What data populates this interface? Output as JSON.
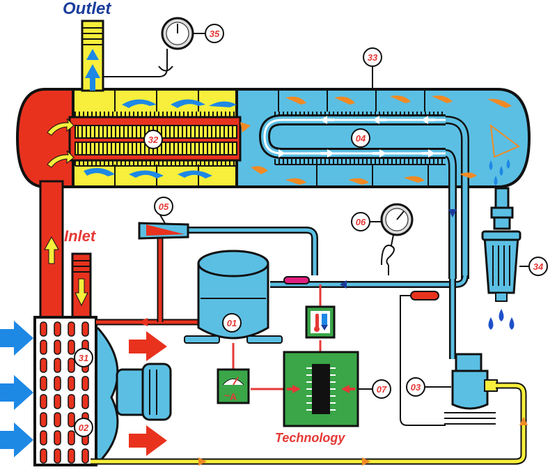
{
  "labels": {
    "outlet": "Outlet",
    "inlet": "Inlet",
    "technology": "Technology"
  },
  "components": {
    "n01": "01",
    "n02": "02",
    "n03": "03",
    "n04": "04",
    "n05": "05",
    "n06": "06",
    "n07": "07",
    "n31": "31",
    "n32": "32",
    "n33": "33",
    "n34": "34",
    "n35": "35"
  },
  "ammeter_symbol": "A",
  "colors": {
    "hot": "#e8321e",
    "cold": "#5bbfe3",
    "yellow": "#f7ef3b",
    "outline": "#111111",
    "label_blue": "#1b3d9c",
    "label_red": "#e53935",
    "arrow_orange": "#f08a24",
    "arrow_blue": "#1e88e5",
    "green": "#3aa648",
    "magenta": "#e0207e"
  },
  "icons": [
    "pressure-gauge-icon",
    "water-drop-icon",
    "thermometer-icon",
    "chip-icon",
    "ammeter-icon",
    "fan-icon"
  ]
}
